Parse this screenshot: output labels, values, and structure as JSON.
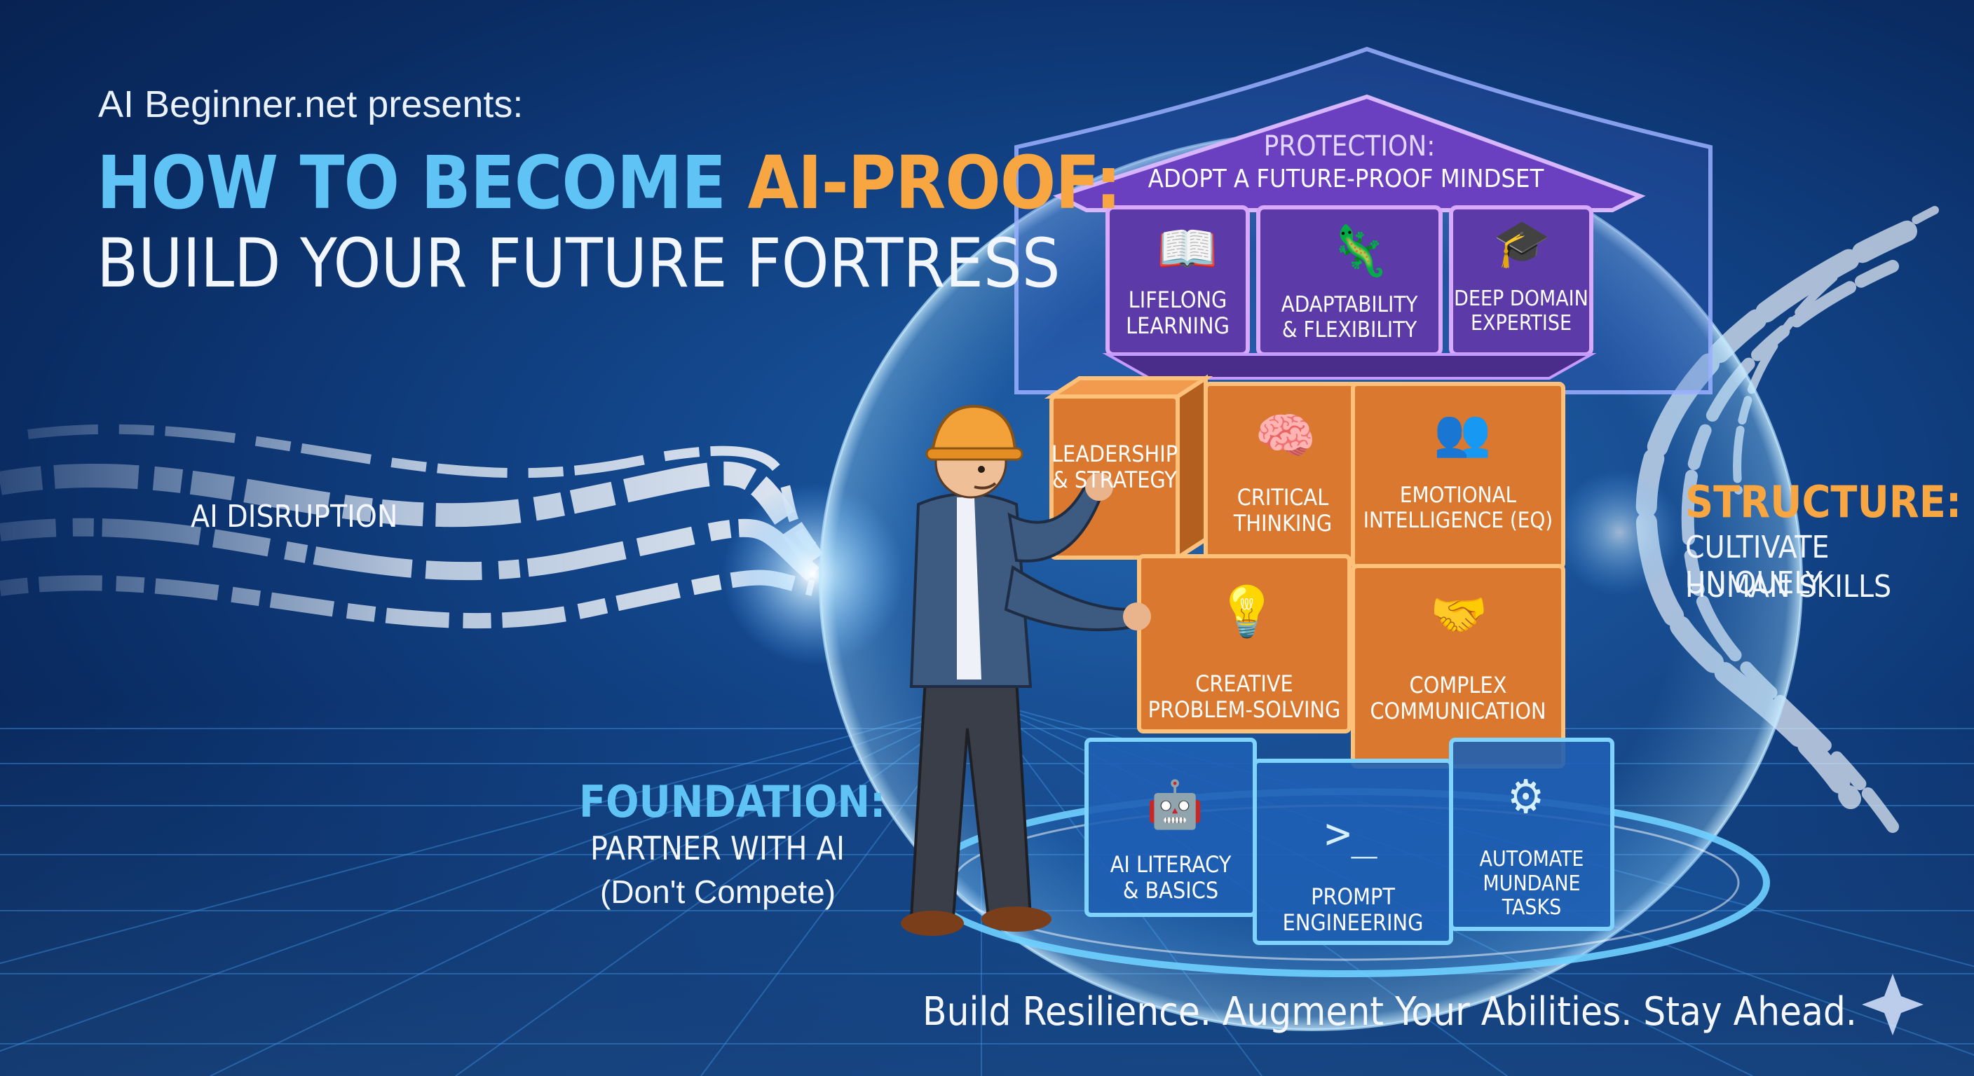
{
  "header": {
    "presents": "AI Beginner.net presents:",
    "title_part1": "HOW TO BECOME ",
    "title_accent": "AI-PROOF:",
    "title_line2": "BUILD YOUR FUTURE FORTRESS"
  },
  "disruption_label": "AI DISRUPTION",
  "protection": {
    "label": "PROTECTION:",
    "text": "ADOPT A FUTURE-PROOF MINDSET",
    "blocks": [
      {
        "line1": "LIFELONG",
        "line2": "LEARNING",
        "icon": "book-arrow-icon"
      },
      {
        "line1": "ADAPTABILITY",
        "line2": "& FLEXIBILITY",
        "icon": "chameleon-icon"
      },
      {
        "line1": "DEEP DOMAIN",
        "line2": "EXPERTISE",
        "icon": "graduation-gear-icon"
      }
    ]
  },
  "structure": {
    "label": "STRUCTURE:",
    "line1": "CULTIVATE UNIQUELY",
    "line2": "HUMAN SKILLS",
    "blocks": [
      {
        "line1": "LEADERSHIP",
        "line2": "& STRATEGY"
      },
      {
        "line1": "CRITICAL",
        "line2": "THINKING",
        "icon": "brain-magnifier-icon"
      },
      {
        "line1": "EMOTIONAL",
        "line2": "INTELLIGENCE (EQ)",
        "icon": "people-heart-icon"
      },
      {
        "line1": "CREATIVE",
        "line2": "PROBLEM-SOLVING",
        "icon": "lightbulb-puzzle-icon"
      },
      {
        "line1": "COMPLEX",
        "line2": "COMMUNICATION",
        "icon": "handshake-icon"
      }
    ]
  },
  "foundation": {
    "label": "FOUNDATION:",
    "line1": "PARTNER WITH AI",
    "line2": "(Don't Compete)",
    "blocks": [
      {
        "line1": "AI LITERACY",
        "line2": "& BASICS",
        "icon": "robot-icon"
      },
      {
        "line1": "PROMPT",
        "line2": "ENGINEERING",
        "icon": "terminal-bubble-icon"
      },
      {
        "line1": "AUTOMATE",
        "line2": "MUNDANE TASKS",
        "icon": "gear-icon"
      }
    ]
  },
  "slogan": "Build Resilience. Augment Your Abilities. Stay Ahead.",
  "colors": {
    "background": "#124488",
    "accent_blue": "#5fc4f5",
    "accent_orange": "#f7a641",
    "purple_block": "#6b3fb8",
    "orange_block": "#e8873a",
    "blue_block": "#2a6fc4"
  }
}
